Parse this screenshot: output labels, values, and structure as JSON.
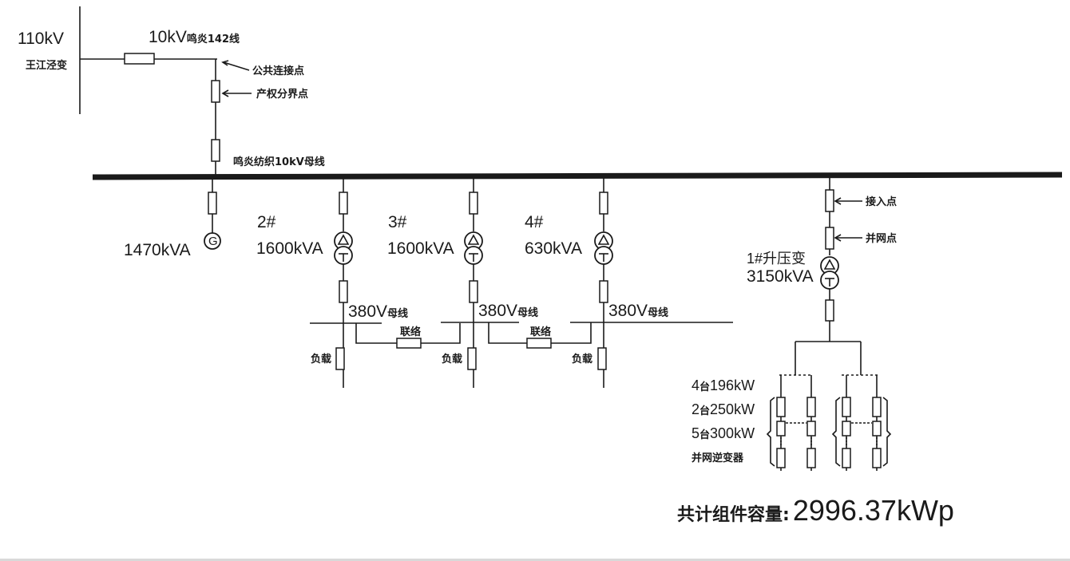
{
  "source": {
    "voltage": "110kV",
    "substation": "王江泾变"
  },
  "incoming_line": {
    "label_kv": "10kV",
    "label_name": "鸣炎142线"
  },
  "annotations": {
    "common_connection_point": "公共连接点",
    "property_boundary": "产权分界点",
    "access_point": "接入点",
    "grid_connection_point": "并网点",
    "tie": "联络",
    "load": "负载"
  },
  "main_bus": {
    "label": "鸣炎纺织10kV母线"
  },
  "generator": {
    "rating": "1470kVA",
    "symbol": "G"
  },
  "transformers": [
    {
      "id": "2#",
      "rating": "1600kVA"
    },
    {
      "id": "3#",
      "rating": "1600kVA"
    },
    {
      "id": "4#",
      "rating": "630kVA"
    }
  ],
  "low_voltage_bus": {
    "label_v": "380V",
    "label_cn": "母线"
  },
  "step_up_transformer": {
    "id": "1#升压变",
    "rating": "3150kVA"
  },
  "inverters": {
    "lines": [
      {
        "count": "4",
        "unit": "台",
        "power": "196kW"
      },
      {
        "count": "2",
        "unit": "台",
        "power": "250kW"
      },
      {
        "count": "5",
        "unit": "台",
        "power": "300kW"
      }
    ],
    "label": "并网逆变器"
  },
  "total_capacity": {
    "label": "共计组件容量:",
    "value": "2996.37kWp"
  }
}
